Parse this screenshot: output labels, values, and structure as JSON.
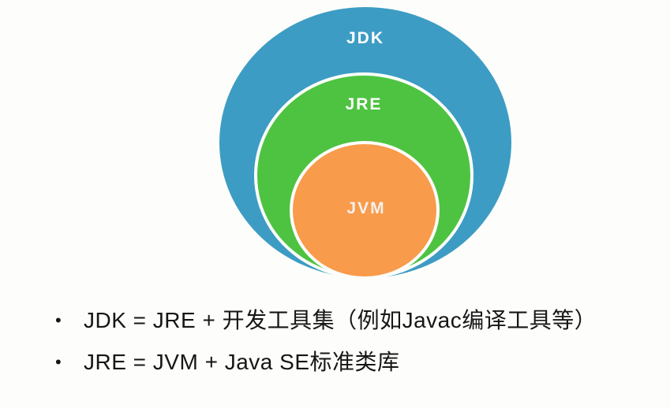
{
  "diagram": {
    "rings": [
      {
        "id": "jdk",
        "label": "JDK",
        "color": "#3d9cc4"
      },
      {
        "id": "jre",
        "label": "JRE",
        "color": "#4ec341"
      },
      {
        "id": "jvm",
        "label": "JVM",
        "color": "#f89b4b"
      }
    ],
    "outline_color": "#fdfefb"
  },
  "bullets": {
    "marker": "•",
    "items": [
      {
        "text": "JDK = JRE + 开发工具集（例如Javac编译工具等）"
      },
      {
        "text": "JRE = JVM + Java SE标准类库"
      }
    ]
  },
  "colors": {
    "background": "#fdfefb",
    "bullet_text": "#161616",
    "ring_label_text": "#ffffff"
  }
}
